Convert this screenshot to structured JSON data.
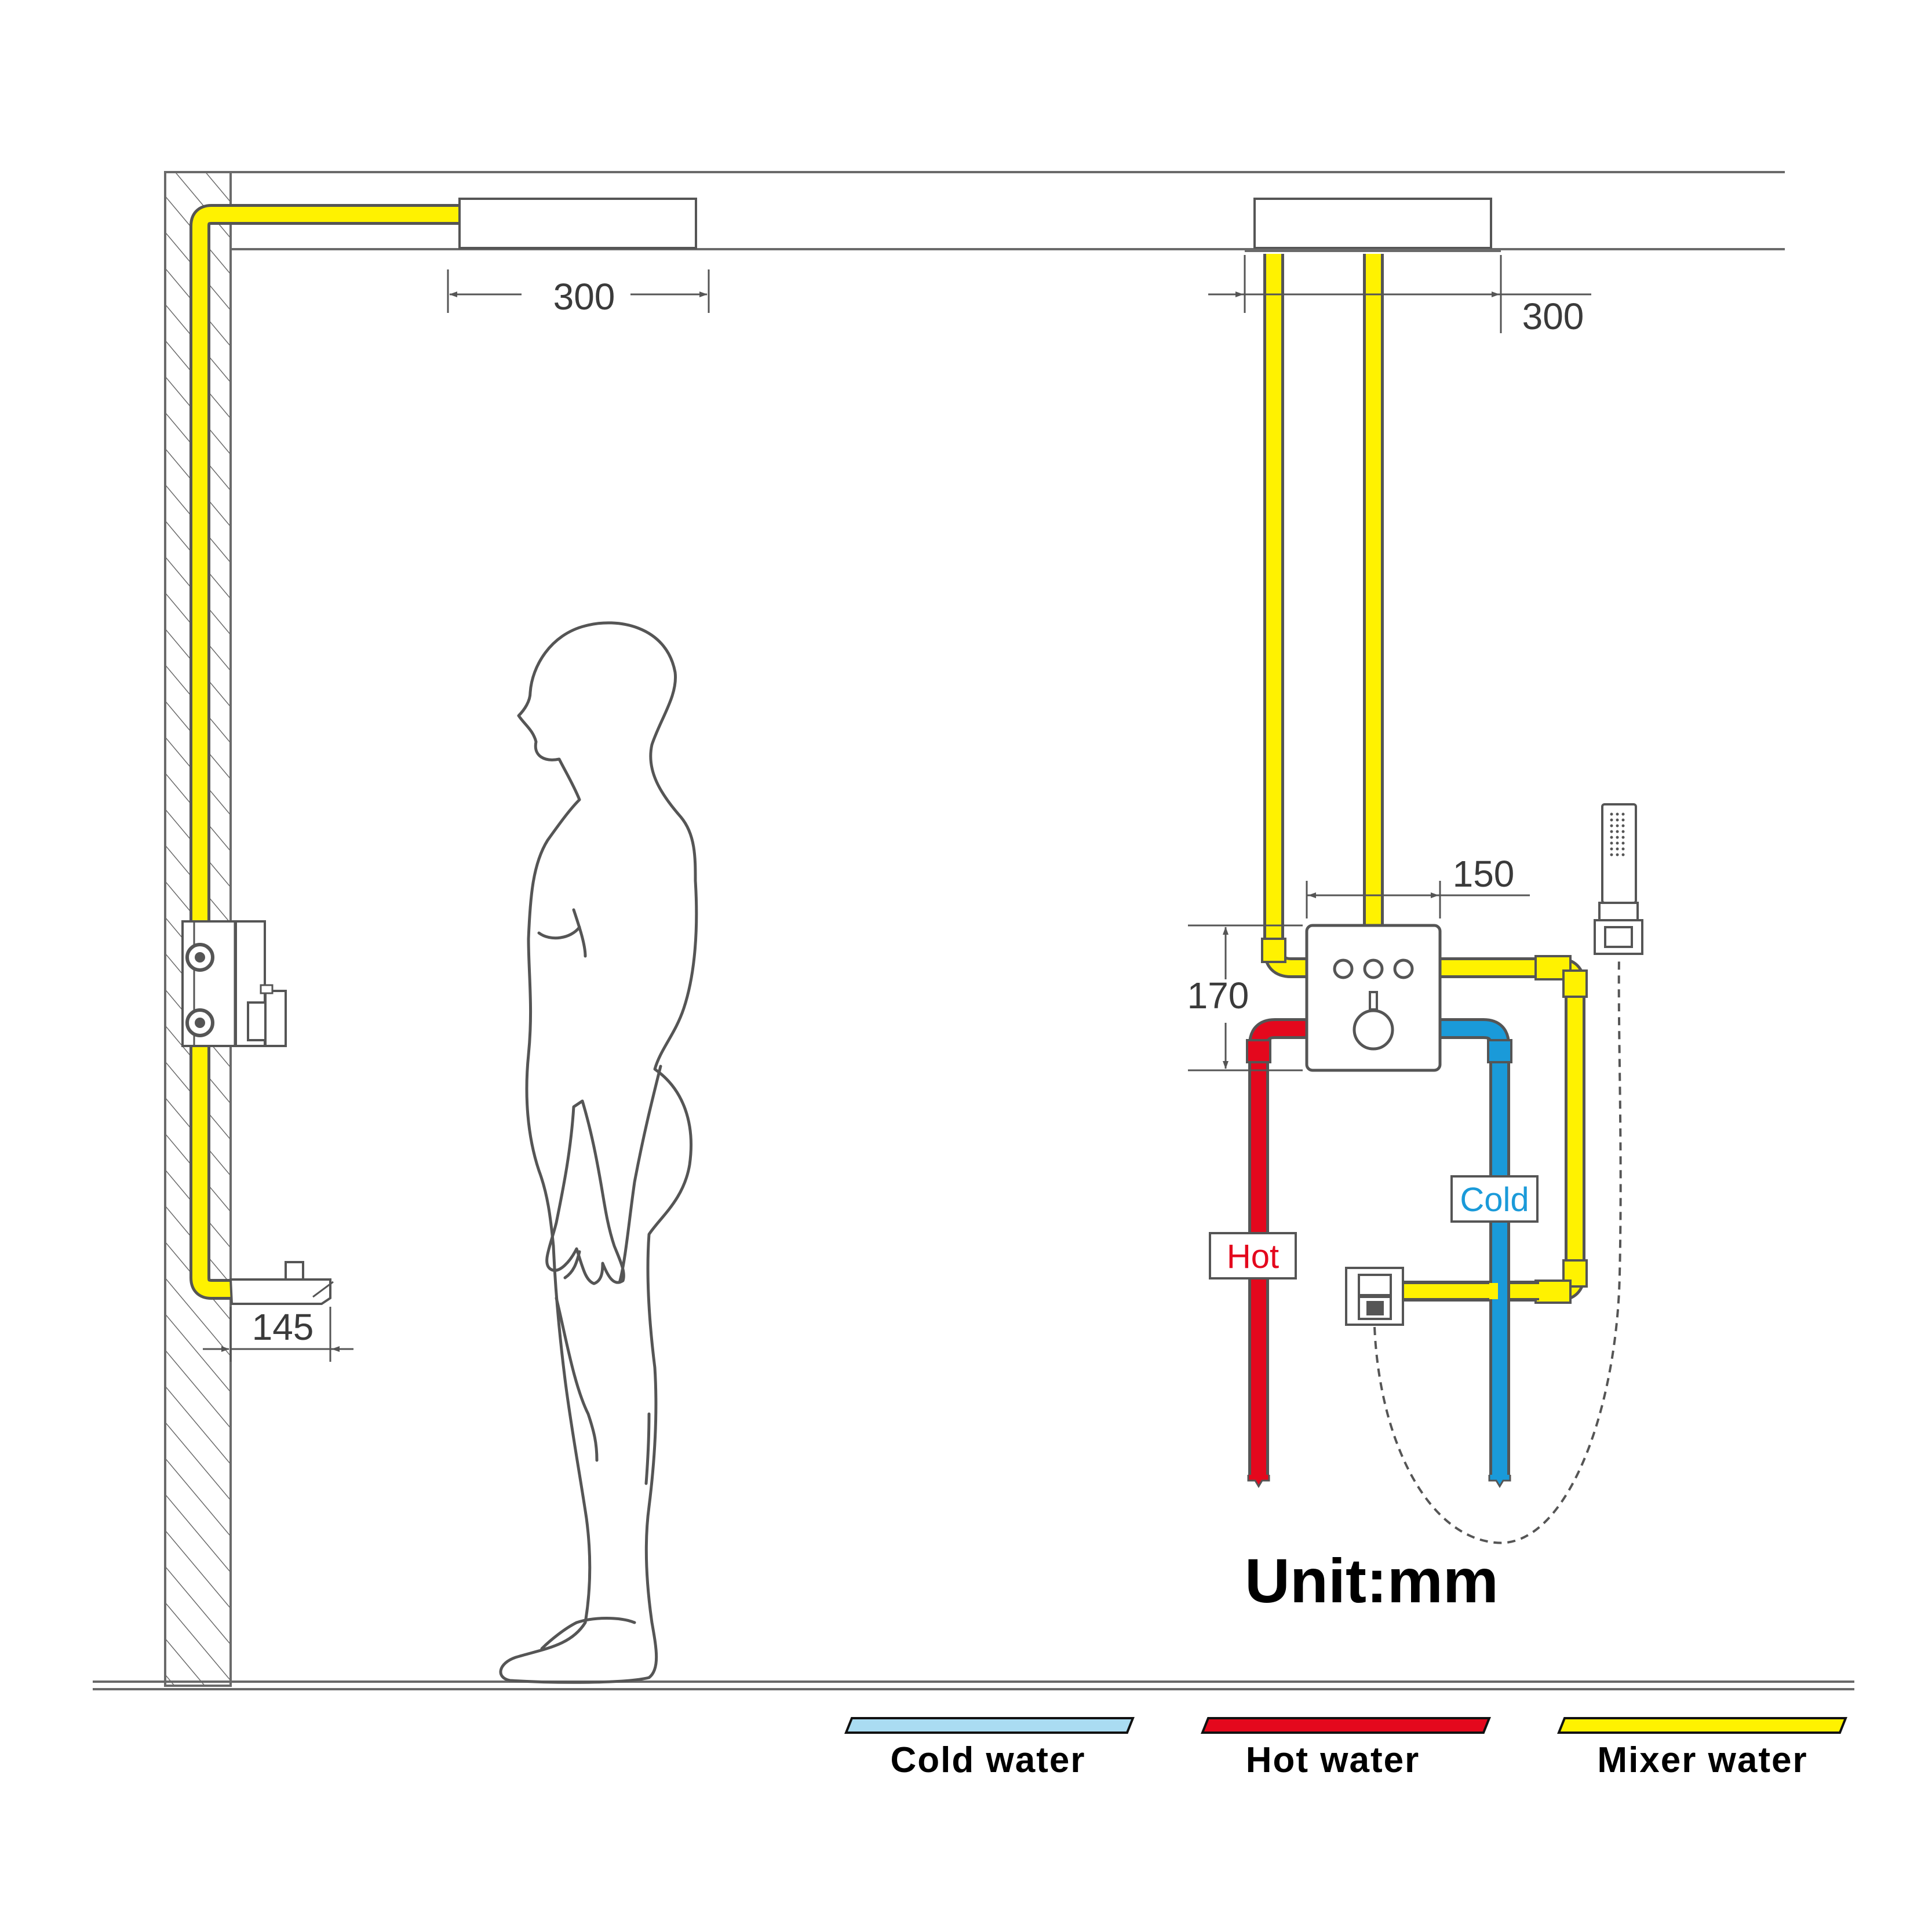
{
  "dimensions": {
    "left_head_width": "300",
    "right_head_width": "300",
    "spout_projection": "145",
    "valve_width": "150",
    "valve_height": "170"
  },
  "pipe_tags": {
    "hot": "Hot",
    "cold": "Cold"
  },
  "unit_label": "Unit:mm",
  "legend": [
    {
      "label": "Cold water",
      "color": "#aadcf2"
    },
    {
      "label": "Hot water",
      "color": "#e4081d"
    },
    {
      "label": "Mixer water",
      "color": "#fff200"
    }
  ],
  "colors": {
    "hot": "#e4081d",
    "cold": "#1a9ad9",
    "mixer": "#fff200",
    "outline": "#555555"
  }
}
